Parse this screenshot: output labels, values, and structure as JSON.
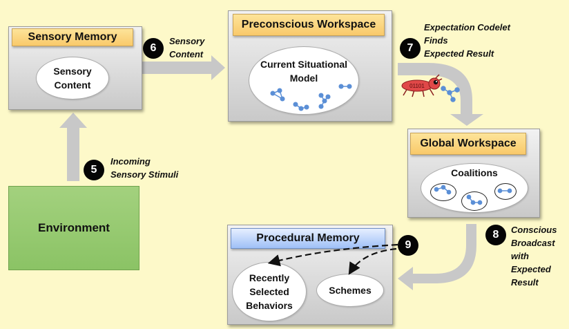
{
  "sensory_memory": {
    "title": "Sensory Memory",
    "content": "Sensory\nContent"
  },
  "preconscious_workspace": {
    "title": "Preconscious Workspace",
    "content": "Current Situational\nModel"
  },
  "global_workspace": {
    "title": "Global Workspace",
    "content": "Coalitions"
  },
  "procedural_memory": {
    "title": "Procedural Memory",
    "recent": "Recently\nSelected\nBehaviors",
    "schemes": "Schemes"
  },
  "environment": {
    "label": "Environment"
  },
  "codelet": {
    "bits": "01101"
  },
  "steps": [
    {
      "num": "5",
      "text": "Incoming\nSensory Stimuli"
    },
    {
      "num": "6",
      "text": "Sensory\nContent"
    },
    {
      "num": "7",
      "text": "Expectation Codelet\nFinds\nExpected Result"
    },
    {
      "num": "8",
      "text": "Conscious\nBroadcast\nwith\nExpected\nResult"
    },
    {
      "num": "9",
      "text": ""
    }
  ],
  "colors": {
    "background": "#fdf9c9",
    "title_orange": "#f9c96a",
    "title_blue": "#9fc0f7",
    "environment_green": "#8bc365",
    "arrow_gray": "#c8c8c8",
    "node_blue": "#5b8fd6",
    "codelet_red": "#e04848"
  }
}
